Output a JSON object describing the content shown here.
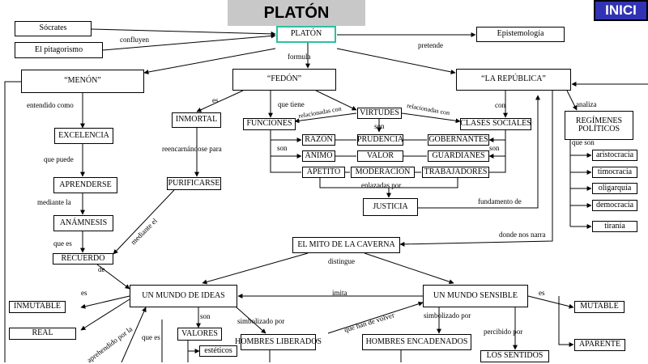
{
  "header": {
    "title": "PLATÓN",
    "nav_button": "INICI",
    "nav_color": "#3232b4",
    "title_bg": "#c8c8c8",
    "accent": "#2fbf9f"
  },
  "nodes": {
    "socrates": "Sócrates",
    "pitagorismo": "El pitagorismo",
    "platon": "PLATÓN",
    "epistemologia": "Epistemología",
    "menon": "“MENÓN”",
    "fedon": "“FEDÓN”",
    "republica": "“LA REPÚBLICA”",
    "excelencia": "EXCELENCIA",
    "aprenderse": "APRENDERSE",
    "anamnesis": "ANÁMNESIS",
    "recuerdo": "RECUERDO",
    "inmortal": "INMORTAL",
    "purificarse": "PURIFICARSE",
    "funciones": "FUNCIONES",
    "virtudes": "VIRTUDES",
    "clases_sociales": "CLASES SOCIALES",
    "razon": "RAZÓN",
    "prudencia": "PRUDENCIA",
    "gobernantes": "GOBERNANTES",
    "animo": "ÁNIMO",
    "valor": "VALOR",
    "guardianes": "GUARDIANES",
    "apetito": "APETITO",
    "moderacion": "MODERACIÓN",
    "trabajadores": "TRABAJADORES",
    "justicia": "JUSTICIA",
    "regimenes": "REGÍMENES POLÍTICOS",
    "aristocracia": "aristocracia",
    "timocracia": "timocracia",
    "oligarquia": "oligarquía",
    "democracia": "democracia",
    "tirania": "tiranía",
    "mito_caverna": "EL MITO DE LA CAVERNA",
    "mundo_ideas": "UN MUNDO DE IDEAS",
    "mundo_sensible": "UN MUNDO SENSIBLE",
    "inmutable": "INMUTABLE",
    "real": "REAL",
    "mutable": "MUTABLE",
    "aparente": "APARENTE",
    "valores": "VALORES",
    "esteticos": "estéticos",
    "hombres_liberados": "HOMBRES LIBERADOS",
    "hombres_encadenados": "HOMBRES ENCADENADOS",
    "los_sentidos": "LOS SENTIDOS"
  },
  "links": {
    "confluyen": "confluyen",
    "pretende": "pretende",
    "formula": "formula",
    "entendido_como": "entendido como",
    "que_puede": "que puede",
    "mediante_la": "mediante la",
    "que_es": "que es",
    "de": "de",
    "es1": "es",
    "reencarnandose_para": "reencarnándose para",
    "mediante_el": "mediante el",
    "que_tiene": "que tiene",
    "relacionadas_con_1": "relacionadas con",
    "relacionadas_con_2": "relacionadas con",
    "son1": "son",
    "son2": "son",
    "son3": "son",
    "con": "con",
    "analiza": "analiza",
    "que_son": "que son",
    "enlazadas_por": "enlazadas por",
    "fundamento_de": "fundamento de",
    "donde_nos_narra": "donde nos narra",
    "distingue": "distingue",
    "imita": "imita",
    "es2": "es",
    "es3": "es",
    "son4": "son",
    "simbolizado_por_1": "simbolizado por",
    "simbolizado_por_2": "simbolizado por",
    "que_han_de_volver": "que han de volver",
    "percibido_por": "percibido por",
    "aprehendido_por_la": "aprehendido por la",
    "que_es2": "que es"
  }
}
